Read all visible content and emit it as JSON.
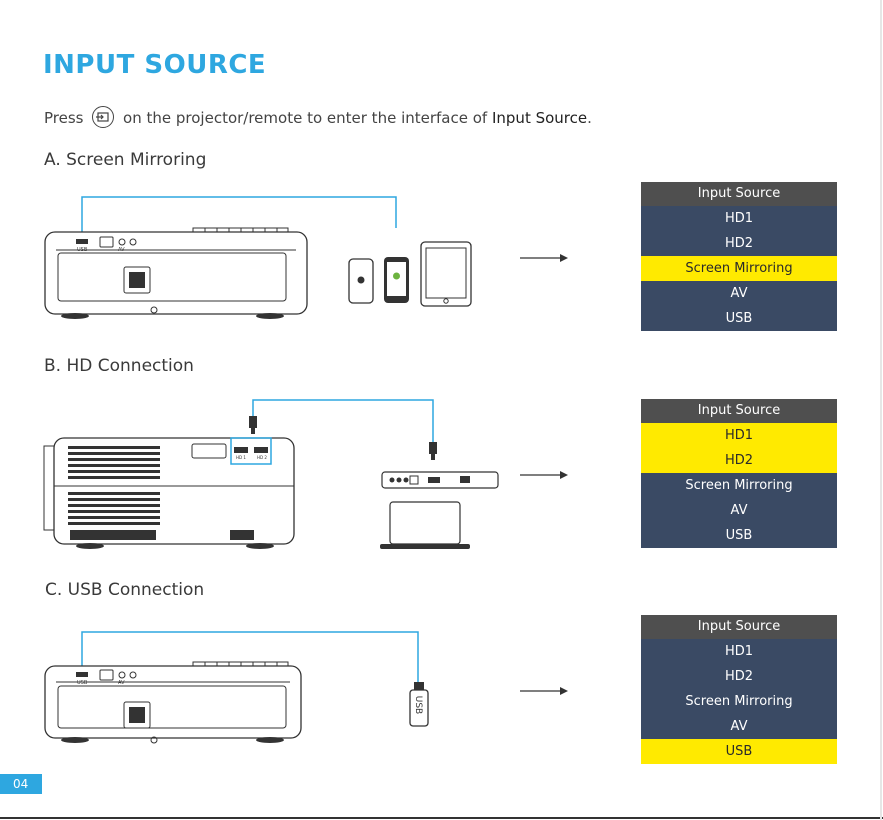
{
  "page": {
    "title": "INPUT SOURCE",
    "intro_before": "Press",
    "intro_middle": "on the projector/remote to enter the interface of",
    "intro_highlight": "Input Source",
    "intro_end": ".",
    "page_number": "04"
  },
  "sections": [
    {
      "heading": "A. Screen Mirroring",
      "menu": {
        "header": "Input Source",
        "items": [
          "HD1",
          "HD2",
          "Screen Mirroring",
          "AV",
          "USB"
        ],
        "selected": [
          "Screen Mirroring"
        ]
      }
    },
    {
      "heading": "B. HD Connection",
      "menu": {
        "header": "Input Source",
        "items": [
          "HD1",
          "HD2",
          "Screen Mirroring",
          "AV",
          "USB"
        ],
        "selected": [
          "HD1",
          "HD2"
        ]
      }
    },
    {
      "heading": "C. USB Connection",
      "menu": {
        "header": "Input Source",
        "items": [
          "HD1",
          "HD2",
          "Screen Mirroring",
          "AV",
          "USB"
        ],
        "selected": [
          "USB"
        ]
      }
    }
  ],
  "illustration_labels": {
    "usb_port": "USB",
    "av_port": "AV",
    "hd1_port": "HD 1",
    "hd2_port": "HD 2",
    "usb_stick": "USB"
  },
  "colors": {
    "accent": "#2ea7e0",
    "menu_bg": "#3a4a64",
    "menu_header": "#4f4f4f",
    "menu_selected": "#ffea00"
  },
  "icons": [
    "input-source-icon",
    "apple-phone-icon",
    "android-phone-icon",
    "tablet-icon",
    "laptop-icon",
    "hdmi-cable-icon",
    "usb-drive-icon",
    "arrow-right-icon"
  ]
}
